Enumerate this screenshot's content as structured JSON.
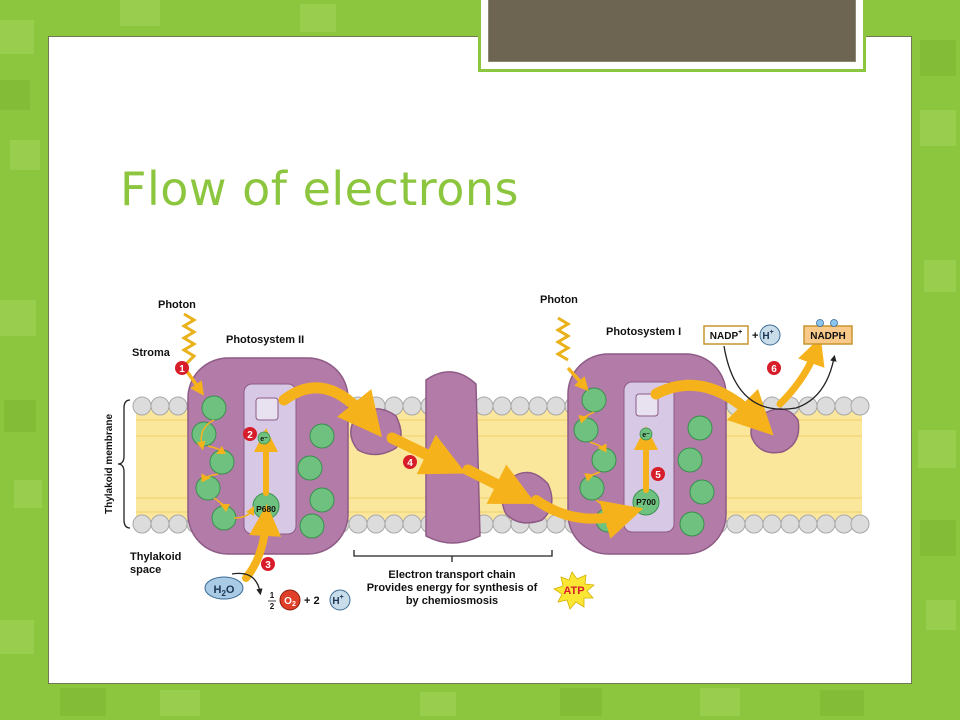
{
  "slide": {
    "title": "Flow of electrons"
  },
  "diagram": {
    "labels": {
      "photon_left": "Photon",
      "photon_right": "Photon",
      "stroma": "Stroma",
      "photosystem_ii": "Photosystem II",
      "photosystem_i": "Photosystem I",
      "thylakoid_membrane": "Thylakoid membrane",
      "thylakoid_space_line1": "Thylakoid",
      "thylakoid_space_line2": "space",
      "p680": "P680",
      "p700": "P700",
      "electron": "e⁻",
      "h2o_h": "H",
      "h2o_sub": "2",
      "h2o_o": "O",
      "half_num": "1",
      "half_den": "2",
      "o2_o": "O",
      "o2_sub": "2",
      "plus_two": "+ 2",
      "h_plus": "H",
      "plus_sign": "+",
      "nadp": "NADP",
      "nadph": "NADPH",
      "etc_line1": "Electron transport chain",
      "etc_line2": "Provides energy for synthesis of",
      "etc_line3": "by chemiosmosis",
      "atp": "ATP"
    },
    "steps": [
      "1",
      "2",
      "3",
      "4",
      "5",
      "6"
    ],
    "colors": {
      "background": "#8cc63e",
      "title": "#8cc63e",
      "protein": "#b37ca8",
      "chlorophyll": "#6fc17f",
      "arrow": "#f6b21b",
      "step_badge": "#d71d2a",
      "membrane_head": "#d5d5d5",
      "membrane_tail": "#fbe79b"
    }
  }
}
